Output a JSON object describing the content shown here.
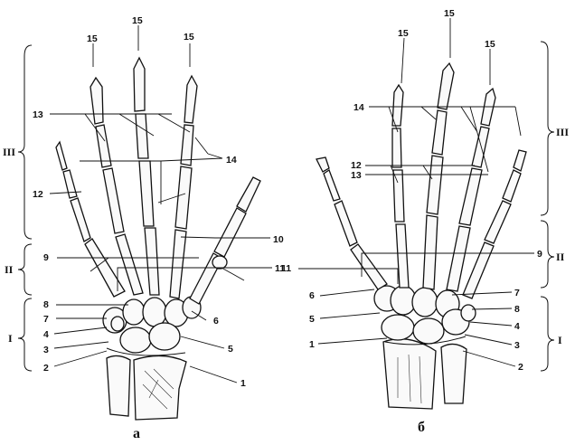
{
  "figures": [
    {
      "caption": "а",
      "labels": {
        "15": "15",
        "14": "14",
        "13": "13",
        "12": "12",
        "11": "11",
        "10": "10",
        "9": "9",
        "8": "8",
        "7": "7",
        "6": "6",
        "5": "5",
        "4": "4",
        "3": "3",
        "2": "2",
        "1": "1"
      },
      "regions": {
        "I": "I",
        "II": "II",
        "III": "III"
      }
    },
    {
      "caption": "б",
      "labels": {
        "15": "15",
        "14": "14",
        "13": "13",
        "12": "12",
        "11": "11",
        "9": "9",
        "8": "8",
        "7": "7",
        "6": "6",
        "5": "5",
        "4": "4",
        "3": "3",
        "2": "2",
        "1": "1"
      },
      "regions": {
        "I": "I",
        "II": "II",
        "III": "III"
      }
    }
  ]
}
